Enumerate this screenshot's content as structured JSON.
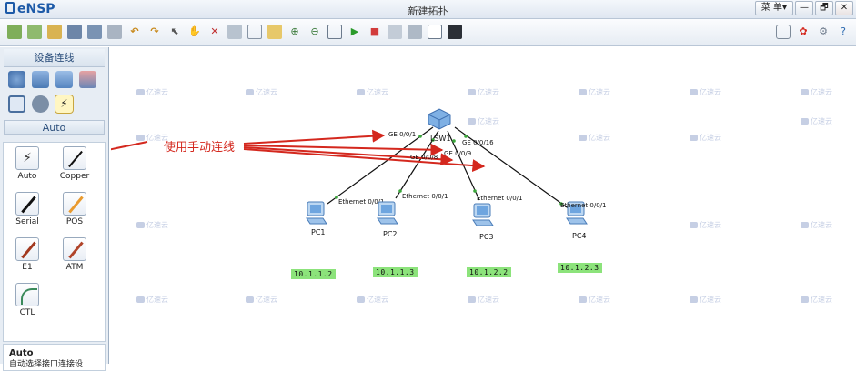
{
  "window": {
    "app_name": "eNSP",
    "title": "新建拓扑",
    "menu_label": "菜 单▾",
    "btn_min": "—",
    "btn_max": "🗗",
    "btn_close": "✕"
  },
  "side_panel": {
    "device_header": "设备连线",
    "category_header": "Auto",
    "cables": [
      {
        "label": "Auto",
        "icon": "auto-cable-icon"
      },
      {
        "label": "Copper",
        "icon": "copper-cable-icon"
      },
      {
        "label": "Serial",
        "icon": "serial-cable-icon"
      },
      {
        "label": "POS",
        "icon": "pos-cable-icon"
      },
      {
        "label": "E1",
        "icon": "e1-cable-icon"
      },
      {
        "label": "ATM",
        "icon": "atm-cable-icon"
      },
      {
        "label": "CTL",
        "icon": "ctl-cable-icon"
      }
    ],
    "description_title": "Auto",
    "description_text": "自动选择接口连接设"
  },
  "canvas": {
    "annotation": "使用手动连线",
    "switch": {
      "name": "LSW1"
    },
    "pcs": [
      {
        "name": "PC1",
        "port": "Ethernet 0/0/1",
        "switch_port": "GE 0/0/1",
        "ip": "10.1.1.2"
      },
      {
        "name": "PC2",
        "port": "Ethernet 0/0/1",
        "switch_port": "GE 0/0/8",
        "ip": "10.1.1.3"
      },
      {
        "name": "PC3",
        "port": "Ethernet 0/0/1",
        "switch_port": "GE 0/0/9",
        "ip": "10.1.2.2"
      },
      {
        "name": "PC4",
        "port": "Ethernet 0/0/1",
        "switch_port": "GE 0/0/16",
        "ip": "10.1.2.3"
      }
    ],
    "watermark": "亿速云"
  },
  "colors": {
    "annotation": "#d4281e",
    "ip_label_bg": "#8ce37b",
    "link": "#111111",
    "port_dot": "#3aa63a"
  }
}
